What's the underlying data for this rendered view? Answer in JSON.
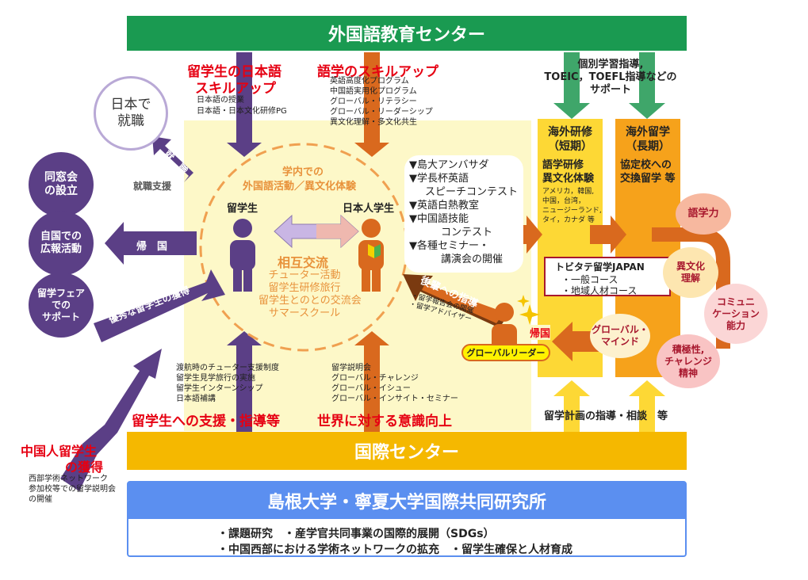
{
  "top_banner": "外国語教育センター",
  "kokusai_banner": "国際センター",
  "institute": {
    "title": "島根大学・寧夏大学国際共同研究所",
    "line1": "・課題研究　・産学官共同事業の国際的展開（SDGs）",
    "line2": "・中国西部における学術ネットワークの拡充　・留学生確保と人材育成"
  },
  "japanese_skill": {
    "title1": "留学生の日本語",
    "title2": "スキルアップ",
    "items": [
      "日本語の授業",
      "日本語・日本文化研修PG"
    ]
  },
  "language_skill": {
    "title": "語学のスキルアップ",
    "items": [
      "英語高度化プログラム",
      "中国語実用化プログラム",
      "グローバル・リテラシー",
      "グローバル・リーダーシップ",
      "異文化理解・多文化共生"
    ]
  },
  "individual_support": {
    "line1": "個別学習指導,",
    "line2": "TOEIC，TOEFL指導などの",
    "line3": "サポート"
  },
  "job_circle": {
    "line1": "日本で",
    "line2": "就職"
  },
  "job_arrow": "就　職",
  "job_support": "就職支援",
  "left_circles": [
    {
      "line1": "同窓会",
      "line2": "の設立"
    },
    {
      "line1": "自国での",
      "line2": "広報活動"
    },
    {
      "line1": "留学フェア",
      "line2": "での",
      "line3": "サポート"
    }
  ],
  "return_left": "帰　国",
  "acquire_excellent": "優秀な留学生の獲得",
  "campus": {
    "title1": "学内での",
    "title2": "外国語活動／異文化体験",
    "international_student": "留学生",
    "japanese_student": "日本人学生",
    "exchange_title": "相互交流",
    "exchange_items": [
      "チューター活動",
      "留学生研修旅行",
      "留学生とのとの交流会",
      "サマースクール"
    ]
  },
  "activities": [
    "▼島大アンバサダ",
    "▼学長杯英語",
    "スピーチコンテスト",
    "▼英語白熱教室",
    "▼中国語技能",
    "コンテスト",
    "▼各種セミナー・",
    "講演会の開催"
  ],
  "guidance": {
    "title": "後輩への指導",
    "items": [
      "・留学報告会の開催",
      "・留学アドバイザー"
    ]
  },
  "short_term": {
    "title1": "海外研修",
    "title2": "（短期）",
    "sub1": "語学研修",
    "sub2": "異文化体験",
    "countries": [
      "アメリカ，韓国,",
      "中国，台湾，",
      "ニュージーランド,",
      "タイ，カナダ 等"
    ]
  },
  "long_term": {
    "title1": "海外留学",
    "title2": "（長期）",
    "sub1": "協定校への",
    "sub2": "交換留学 等"
  },
  "tobitate": {
    "title": "トビタテ留学JAPAN",
    "items": [
      "・一般コース",
      "・地域人材コース"
    ]
  },
  "skills": {
    "language": "語学力",
    "intercultural": [
      "異文化",
      "理解"
    ],
    "communication": [
      "コミュニ",
      "ケーション",
      "能力"
    ],
    "global_mind": [
      "グローバル・",
      "マインド"
    ],
    "positivity": [
      "積極性,",
      "チャレンジ",
      "精神"
    ]
  },
  "return_right": "帰国",
  "global_leader": "グローバルリーダー",
  "support_left": {
    "items": [
      "渡航時のチューター支援制度",
      "留学生見学旅行の実施",
      "留学生インターンシップ",
      "日本語補講"
    ],
    "title": "留学生への支援・指導等"
  },
  "support_right": {
    "items": [
      "留学説明会",
      "グローバル・チャレンジ",
      "グローバル・イシュー",
      "グローバル・インサイト・セミナー"
    ],
    "title": "世界に対する意識向上"
  },
  "study_plan": "留学計画の指導・相談　等",
  "china": {
    "title1": "中国人留学生",
    "title2": "の獲得",
    "items": [
      "西部学術ネットワーク",
      "参加校等での留学説明会",
      "の開催"
    ]
  }
}
